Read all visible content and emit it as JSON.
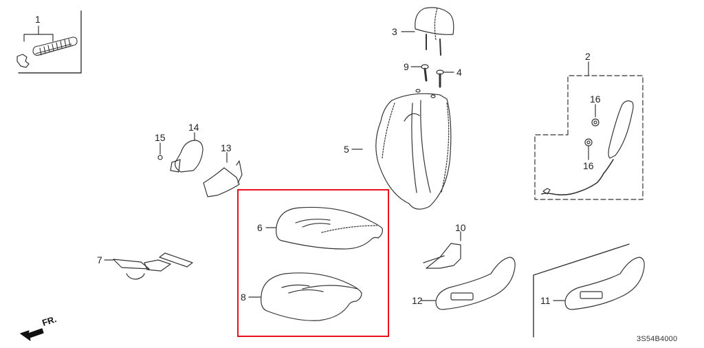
{
  "diagram": {
    "type": "exploded-parts-diagram",
    "subject": "front seat cushion / seat-back components",
    "diagram_code": "3S54B4000",
    "front_indicator": "FR.",
    "highlight_color": "#e8111b",
    "highlighted_parts": [
      "6",
      "8"
    ],
    "callouts": [
      {
        "id": "1",
        "label": "1"
      },
      {
        "id": "2",
        "label": "2"
      },
      {
        "id": "3",
        "label": "3"
      },
      {
        "id": "4",
        "label": "4"
      },
      {
        "id": "5",
        "label": "5"
      },
      {
        "id": "6",
        "label": "6"
      },
      {
        "id": "7",
        "label": "7"
      },
      {
        "id": "8",
        "label": "8"
      },
      {
        "id": "9",
        "label": "9"
      },
      {
        "id": "10",
        "label": "10"
      },
      {
        "id": "11",
        "label": "11"
      },
      {
        "id": "12",
        "label": "12"
      },
      {
        "id": "13",
        "label": "13"
      },
      {
        "id": "14",
        "label": "14"
      },
      {
        "id": "15",
        "label": "15"
      },
      {
        "id": "16a",
        "label": "16"
      },
      {
        "id": "16b",
        "label": "16"
      }
    ]
  }
}
